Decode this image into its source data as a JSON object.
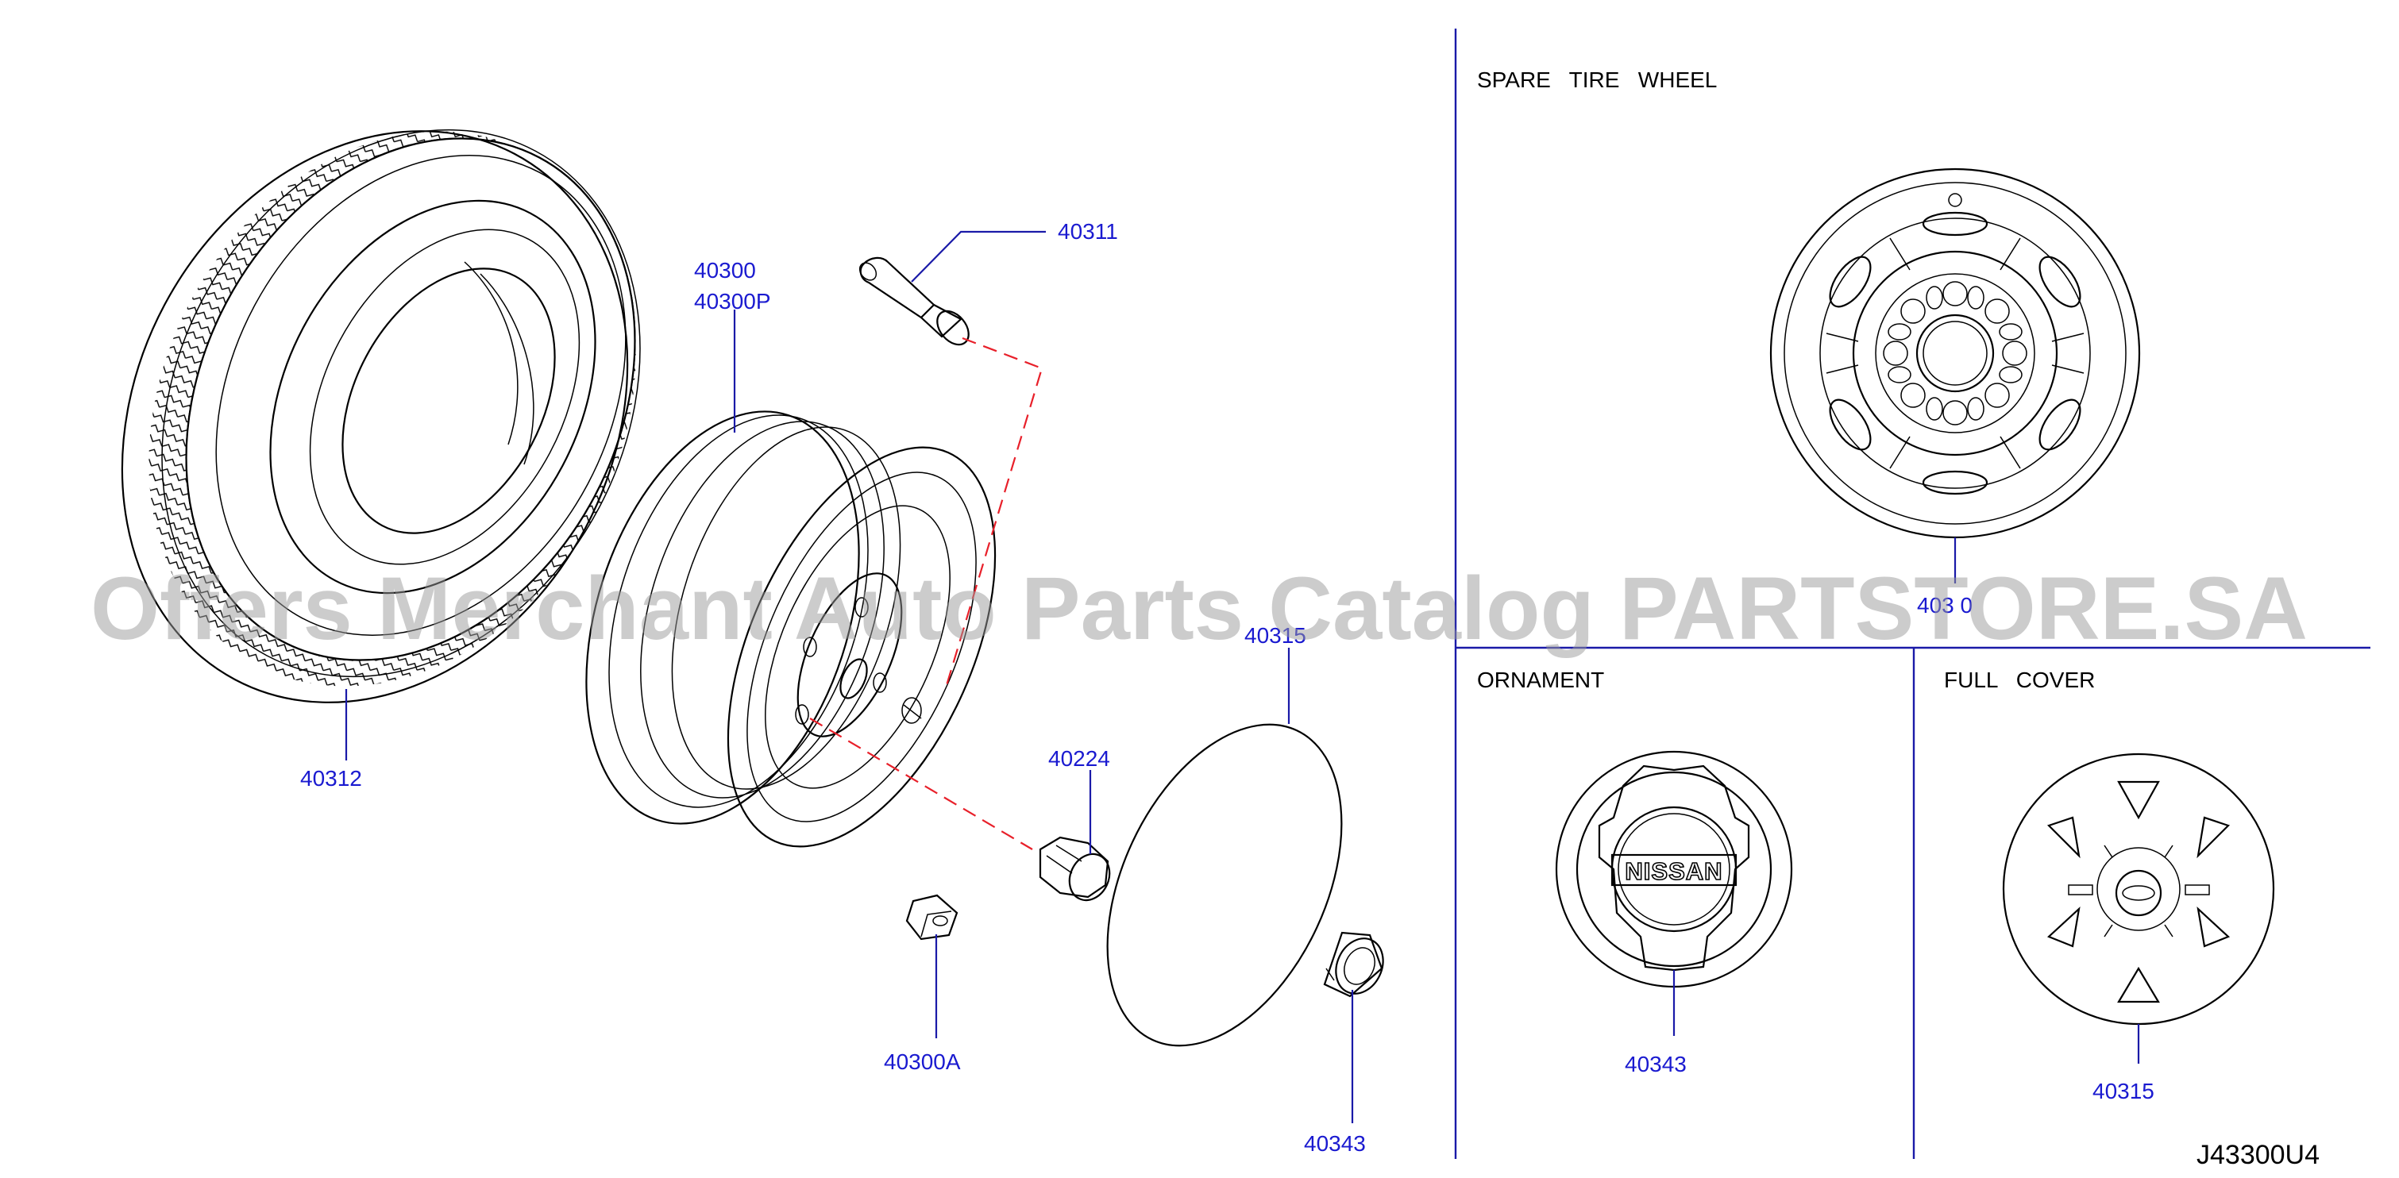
{
  "sections": {
    "spare_tire_wheel": "SPARE   TIRE   WHEEL",
    "ornament": "ORNAMENT",
    "full_cover": "FULL   COVER"
  },
  "callouts": {
    "tire": "40312",
    "wheel_line1": "40300",
    "wheel_line2": "40300P",
    "valve": "40311",
    "disc_cover": "40315",
    "nut": "40224",
    "balance_weight": "40300A",
    "center_cap": "40343",
    "spare_wheel": "403  0",
    "ornament_part": "40343",
    "full_cover_part": "40315"
  },
  "ornament_logo": "NISSAN",
  "diagram_code": "J43300U4",
  "watermark": "Offers Merchant Auto Parts Catalog PARTSTORE.SA",
  "colors": {
    "callout_text": "#1a1ad0",
    "leader_lines": "#1a1aa8",
    "assembly_dash": "#e8202a",
    "watermark": "#9a9a9a"
  }
}
